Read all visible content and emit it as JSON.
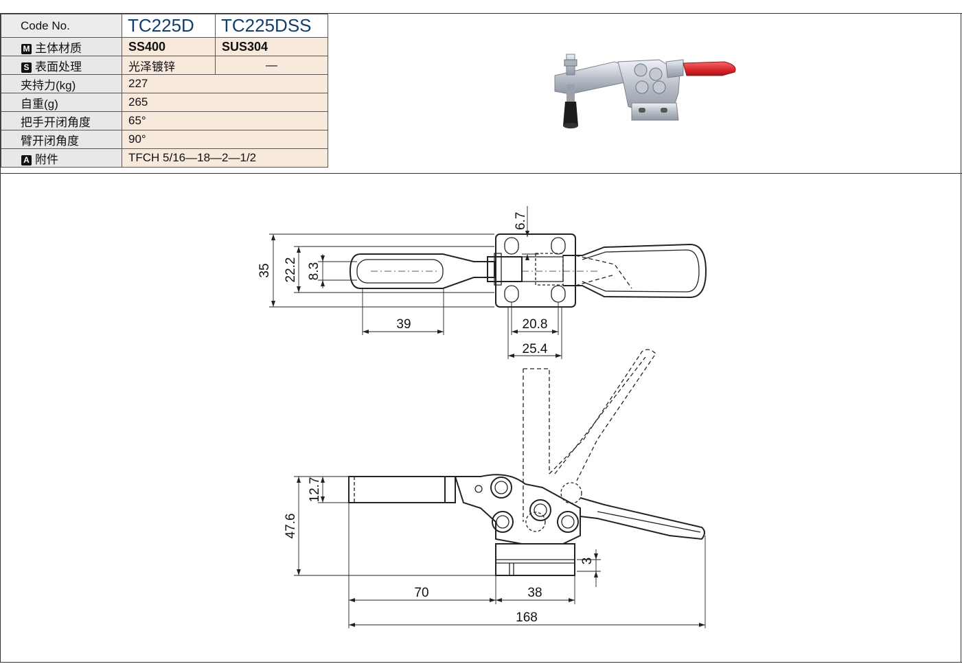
{
  "table": {
    "header": {
      "label": "Code No.",
      "col1": "TC225D",
      "col2": "TC225DSS"
    },
    "rows": [
      {
        "badge": "M",
        "label": "主体材质",
        "v1": "SS400",
        "v2": "SUS304"
      },
      {
        "badge": "S",
        "label": "表面处理",
        "v1": "光泽镀锌",
        "v2": "—"
      },
      {
        "label": "夹持力(kg)",
        "v": "227"
      },
      {
        "label": "自重(g)",
        "v": "265"
      },
      {
        "label": "把手开闭角度",
        "v": "65°"
      },
      {
        "label": "臂开闭角度",
        "v": "90°"
      },
      {
        "badge": "A",
        "label": "附件",
        "v": "TFCH 5/16—18—2—1/2"
      }
    ]
  },
  "product_photo": {
    "handle_color": "#d8262b",
    "body_color": "#c9ced6",
    "tip_color": "#1c1c1c"
  },
  "top_view": {
    "dims": {
      "d1": "6.7",
      "d2": "35",
      "d3": "22.2",
      "d4": "8.3",
      "d5": "39",
      "d6": "20.8",
      "d7": "25.4"
    }
  },
  "side_view": {
    "dims": {
      "d1": "12.7",
      "d2": "47.6",
      "d3": "3",
      "d4": "70",
      "d5": "38",
      "d6": "168"
    }
  }
}
